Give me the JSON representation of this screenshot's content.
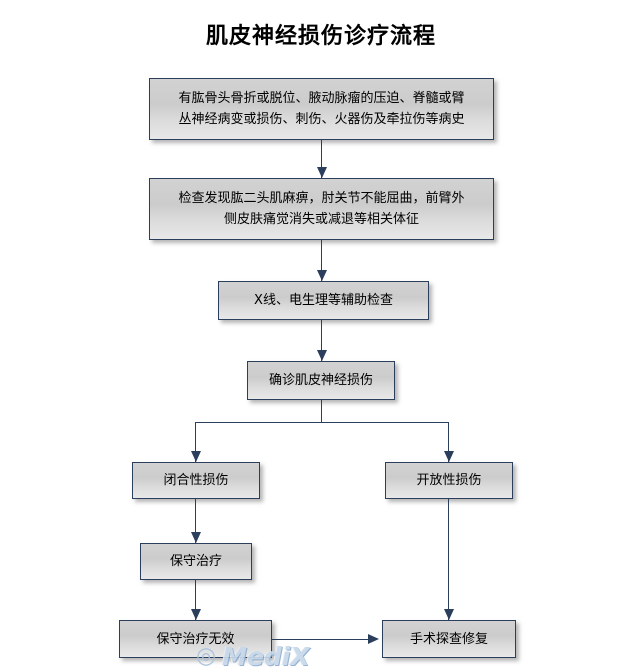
{
  "title": "肌皮神经损伤诊疗流程",
  "colors": {
    "background": "#ffffff",
    "box_border": "#2b3f5c",
    "box_fill_top": "#d2d2d2",
    "box_fill_bottom": "#e8e8e8",
    "connector": "#2b3f5c",
    "title_text": "#000000",
    "watermark": "#c7d8ea"
  },
  "chart_data": {
    "type": "diagram",
    "title": "肌皮神经损伤诊疗流程",
    "nodes": [
      {
        "id": "history",
        "label": "有肱骨头骨折或脱位、腋动脉瘤的压迫、脊髓或臂\n丛神经病变或损伤、刺伤、火器伤及牵拉伤等病史"
      },
      {
        "id": "exam",
        "label": "检查发现肱二头肌麻痹，肘关节不能屈曲，前臂外\n侧皮肤痛觉消失或减退等相关体征"
      },
      {
        "id": "auxiliary",
        "label": "X线、电生理等辅助检查"
      },
      {
        "id": "diagnosis",
        "label": "确诊肌皮神经损伤"
      },
      {
        "id": "closed",
        "label": "闭合性损伤"
      },
      {
        "id": "open",
        "label": "开放性损伤"
      },
      {
        "id": "conservative",
        "label": "保守治疗"
      },
      {
        "id": "failed",
        "label": "保守治疗无效"
      },
      {
        "id": "surgery",
        "label": "手术探查修复"
      }
    ],
    "edges": [
      {
        "from": "history",
        "to": "exam",
        "type": "arrow-down"
      },
      {
        "from": "exam",
        "to": "auxiliary",
        "type": "arrow-down"
      },
      {
        "from": "auxiliary",
        "to": "diagnosis",
        "type": "arrow-down"
      },
      {
        "from": "diagnosis",
        "to": "closed",
        "type": "branch-left"
      },
      {
        "from": "diagnosis",
        "to": "open",
        "type": "branch-right"
      },
      {
        "from": "closed",
        "to": "conservative",
        "type": "arrow-down"
      },
      {
        "from": "conservative",
        "to": "failed",
        "type": "arrow-down"
      },
      {
        "from": "open",
        "to": "surgery",
        "type": "arrow-down"
      },
      {
        "from": "failed",
        "to": "surgery",
        "type": "arrow-right"
      }
    ]
  },
  "watermark": {
    "mark": "◎",
    "text": "MediX"
  }
}
